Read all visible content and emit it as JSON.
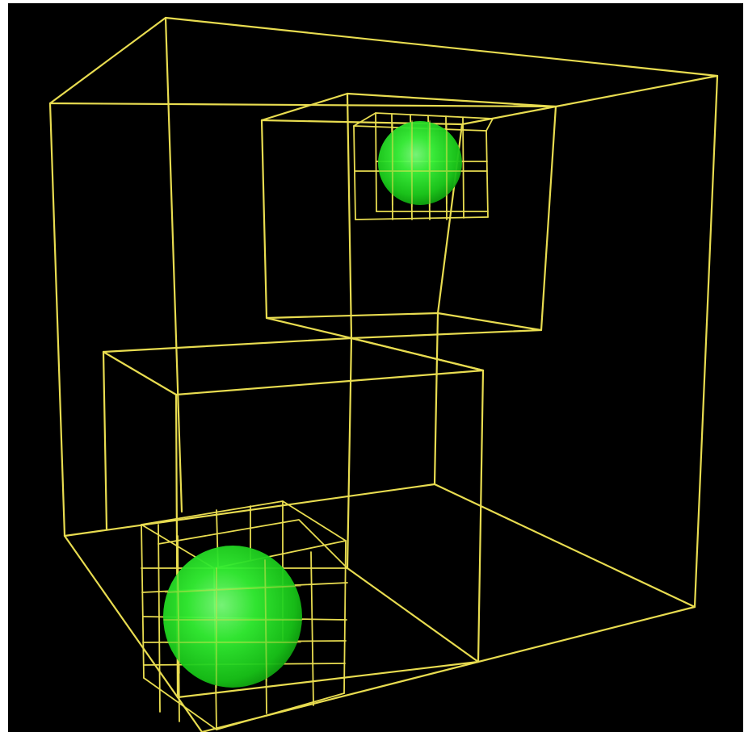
{
  "scene": {
    "background": "#000000",
    "wireframe_color": "#e8dc50",
    "sphere_color": "#22ee22",
    "objects": [
      {
        "type": "wireframe-box",
        "role": "root-octree-cell"
      },
      {
        "type": "wireframe-box",
        "role": "upper-child-cell"
      },
      {
        "type": "wireframe-box",
        "role": "lower-child-cell"
      },
      {
        "type": "wireframe-grid",
        "role": "upper-leaf-subdivision"
      },
      {
        "type": "wireframe-grid",
        "role": "lower-leaf-subdivision"
      },
      {
        "type": "sphere",
        "role": "upper-sphere"
      },
      {
        "type": "sphere",
        "role": "lower-sphere"
      }
    ]
  }
}
